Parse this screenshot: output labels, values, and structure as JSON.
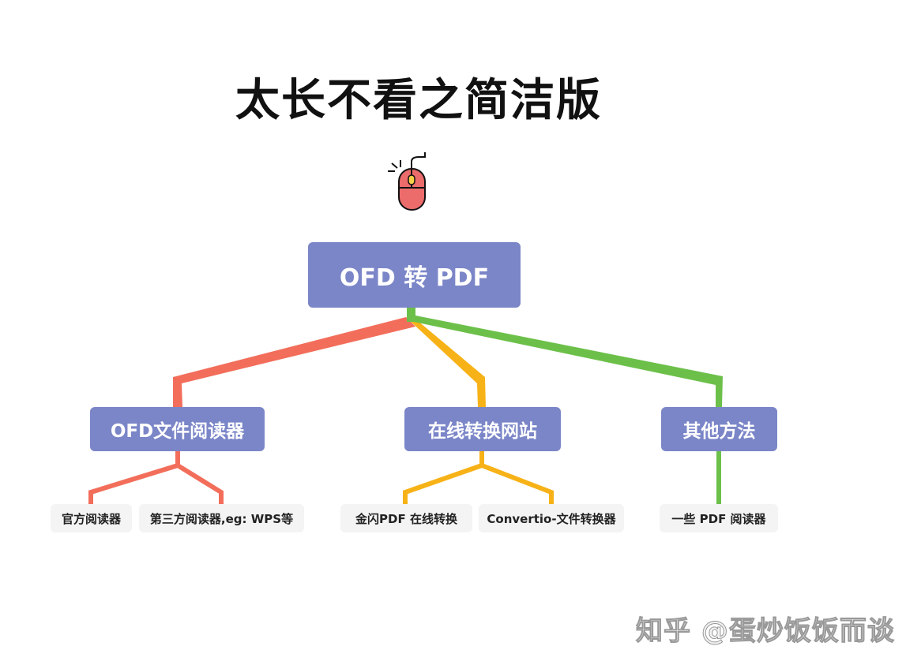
{
  "title": "太长不看之简洁版",
  "icon": "computer-mouse-icon",
  "root": {
    "label": "OFD 转 PDF"
  },
  "branches": [
    {
      "label": "OFD文件阅读器",
      "color": "#f26e5b",
      "leaves": [
        "官方阅读器",
        "第三方阅读器,eg: WPS等"
      ]
    },
    {
      "label": "在线转换网站",
      "color": "#f7b217",
      "leaves": [
        "金闪PDF 在线转换",
        "Convertio-文件转换器"
      ]
    },
    {
      "label": "其他方法",
      "color": "#6cc04a",
      "leaves": [
        "一些 PDF 阅读器"
      ]
    }
  ],
  "watermark": "知乎 @蛋炒饭饭而谈"
}
